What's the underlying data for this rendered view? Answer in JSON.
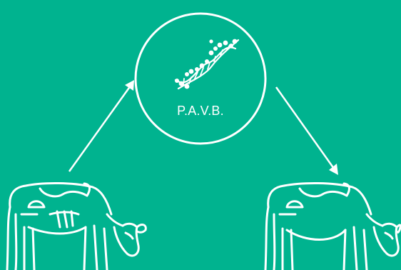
{
  "center_node": {
    "label": "P.A.V.B.",
    "icon": "dna-helix-icon"
  },
  "left_node": {
    "icon": "cow-grazing-icon",
    "condition": "thin"
  },
  "right_node": {
    "icon": "cow-grazing-icon",
    "condition": "healthy"
  },
  "colors": {
    "background": "#00b38f",
    "foreground": "#ffffff"
  }
}
